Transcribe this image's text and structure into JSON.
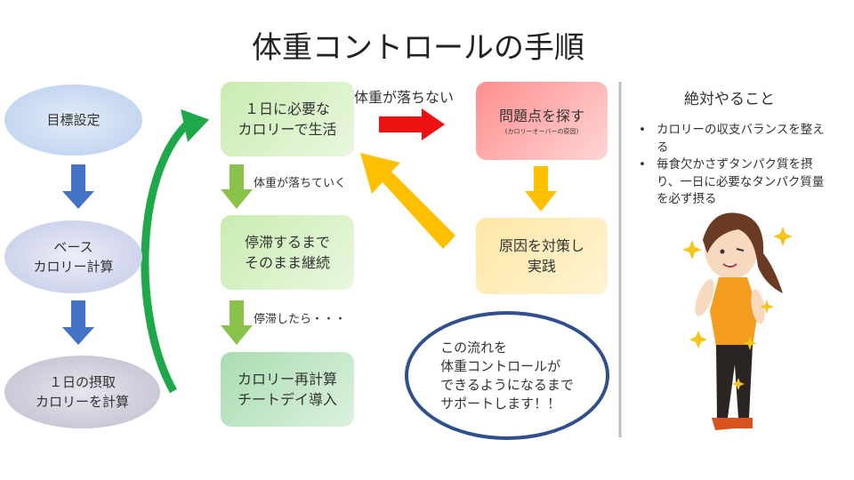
{
  "title": "体重コントロールの手順",
  "left_steps": [
    "目標設定",
    "ベース\nカロリー計算",
    "１日の摂取\nカロリーを計算"
  ],
  "middle_steps": [
    "１日に必要な\nカロリーで生活",
    "停滞するまで\nそのまま継続",
    "カロリー再計算\nチートデイ導入"
  ],
  "middle_labels": {
    "down1": "体重が落ちていく",
    "down2": "停滞したら・・・"
  },
  "red_arrow_label": "体重が落ちない",
  "problem_box": {
    "title": "問題点を探す",
    "sub": "(カロリーオーバーの原因)"
  },
  "solution_box": "原因を対策し\n実践",
  "support_ellipse": "この流れを\n体重コントロールが\nできるようになるまで\nサポートします！！",
  "right_panel": {
    "heading": "絶対やること",
    "bullets": [
      "カロリーの収支バランスを整える",
      "毎食欠かさずタンパク質を摂り、一日に必要なタンパク質量を必ず摂る"
    ]
  },
  "colors": {
    "blue_arrow": "#4472c4",
    "green_arrow": "#8bc34a",
    "red_arrow": "#ee1111",
    "yellow_arrow": "#ffc000",
    "curve_arrow": "#1ea84a",
    "ellipse_border": "#2f4f8f"
  }
}
